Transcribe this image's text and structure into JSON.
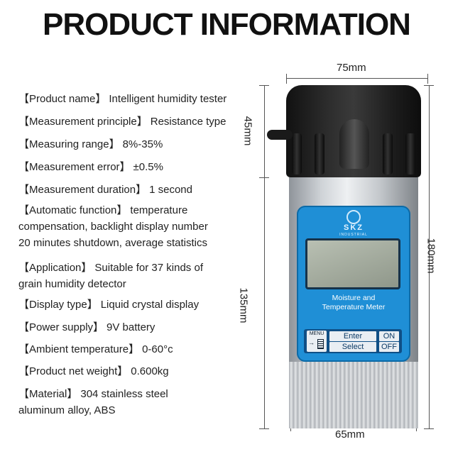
{
  "title": "PRODUCT INFORMATION",
  "specs": [
    {
      "label": "【Product name】",
      "value": "Intelligent humidity tester"
    },
    {
      "label": "【Measurement principle】",
      "value": "Resistance type"
    },
    {
      "label": "【Measuring range】",
      "value": "8%-35%"
    },
    {
      "label": "【Measurement error】",
      "value": "±0.5%"
    },
    {
      "label": "【Measurement duration】",
      "value": "1 second"
    },
    {
      "label": "【Automatic function】",
      "value": "temperature",
      "lines": [
        "compensation, backlight display number",
        "20 minutes shutdown, average statistics"
      ]
    },
    {
      "label": "【Application】",
      "value": "Suitable for 37 kinds of",
      "lines": [
        "grain humidity detector"
      ]
    },
    {
      "label": "【Display type】",
      "value": "Liquid crystal display"
    },
    {
      "label": "【Power supply】",
      "value": "9V battery"
    },
    {
      "label": "【Ambient temperature】",
      "value": "0-60°c"
    },
    {
      "label": "【Product net weight】",
      "value": "0.600kg"
    },
    {
      "label": "【Material】",
      "value": "304 stainless steel",
      "lines": [
        "aluminum alloy, ABS"
      ]
    }
  ],
  "dimensions": {
    "top_width": "75mm",
    "cap_height": "45mm",
    "body_height": "135mm",
    "total_height": "180mm",
    "bottom_width": "65mm"
  },
  "device": {
    "brand": "SKZ",
    "brand_sub": "INDUSTRIAL",
    "panel_title_1": "Moisture and",
    "panel_title_2": "Temperature Meter",
    "menu_label": "MENU",
    "enter_label": "Enter",
    "select_label": "Select",
    "on_label": "ON",
    "off_label": "OFF"
  },
  "colors": {
    "panel_blue": "#1f8fd6",
    "cap_black": "#1a1a1a",
    "steel": "#cfd3d7"
  }
}
